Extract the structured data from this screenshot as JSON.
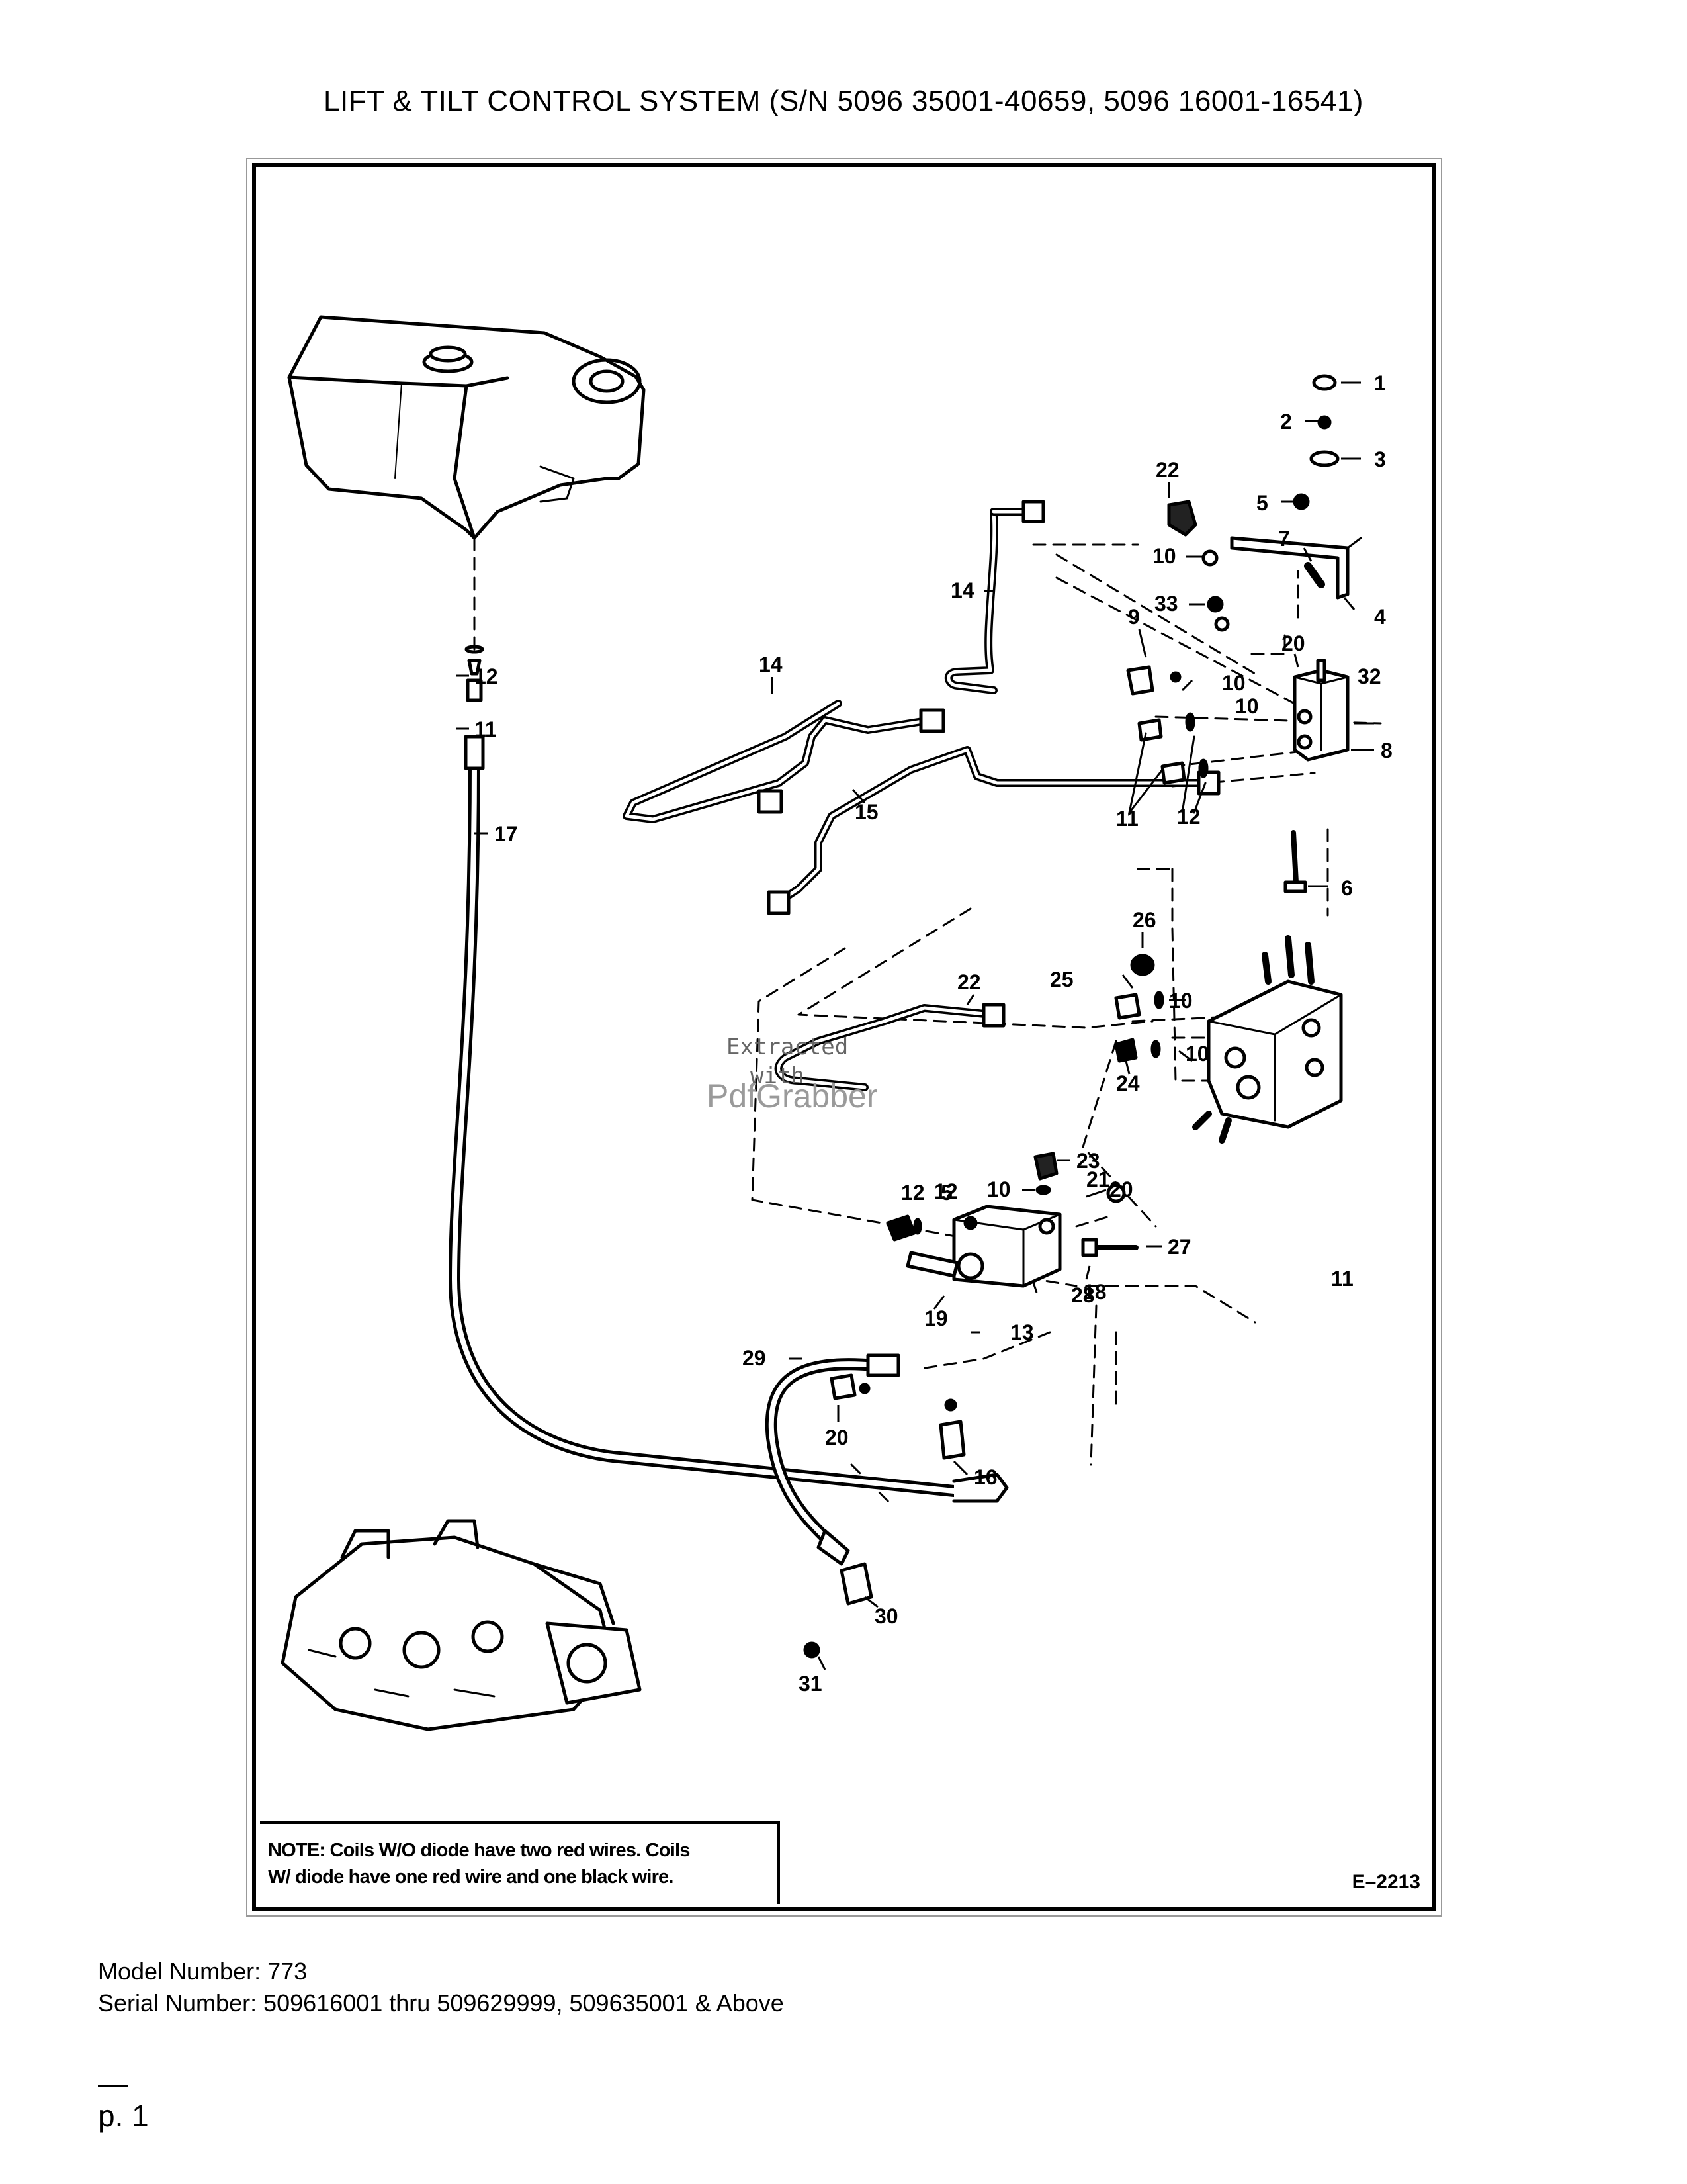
{
  "title": "LIFT & TILT CONTROL SYSTEM (S/N 5096 35001-40659, 5096 16001-16541)",
  "figure_id": "E–2213",
  "note": {
    "label": "NOTE:",
    "line1": "Coils W/O diode have two red wires. Coils",
    "line2": "W/ diode have one red wire and one black wire."
  },
  "watermark": {
    "line1": "Extracted",
    "line2": "with",
    "brand": "PdfGrabber"
  },
  "callouts": [
    "1",
    "2",
    "3",
    "4",
    "5",
    "6",
    "7",
    "8",
    "9",
    "10",
    "10",
    "10",
    "10",
    "10",
    "11",
    "11",
    "11",
    "12",
    "12",
    "12",
    "12",
    "13",
    "14",
    "15",
    "16",
    "17",
    "18",
    "19",
    "20",
    "20",
    "21",
    "22",
    "22",
    "23",
    "24",
    "25",
    "26",
    "27",
    "28",
    "29",
    "30",
    "31",
    "32",
    "33",
    "5"
  ],
  "footer": {
    "model": "Model Number: 773",
    "serial": "Serial Number: 509616001 thru 509629999, 509635001 & Above",
    "page": "p. 1"
  }
}
